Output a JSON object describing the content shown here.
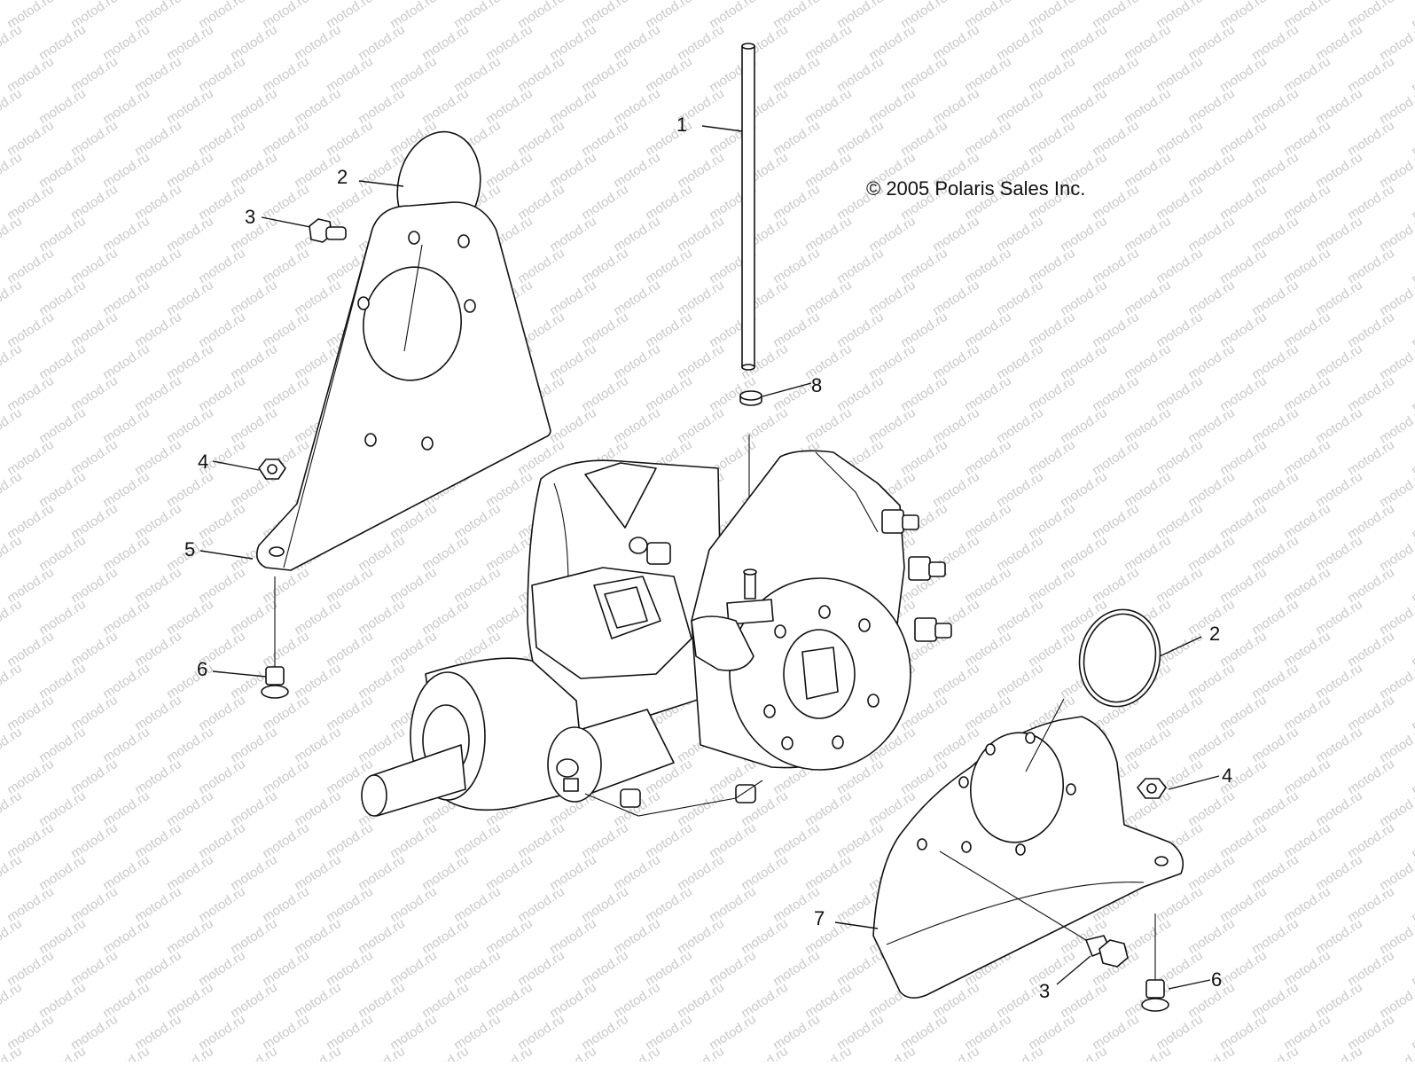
{
  "copyright": "© 2005 Polaris Sales Inc.",
  "watermark": "motod.ru",
  "callouts": [
    {
      "id": "c1",
      "label": "1"
    },
    {
      "id": "c2a",
      "label": "2"
    },
    {
      "id": "c3a",
      "label": "3"
    },
    {
      "id": "c4a",
      "label": "4"
    },
    {
      "id": "c5",
      "label": "5"
    },
    {
      "id": "c6a",
      "label": "6"
    },
    {
      "id": "c8",
      "label": "8"
    },
    {
      "id": "c2b",
      "label": "2"
    },
    {
      "id": "c4b",
      "label": "4"
    },
    {
      "id": "c7",
      "label": "7"
    },
    {
      "id": "c3b",
      "label": "3"
    },
    {
      "id": "c6b",
      "label": "6"
    }
  ],
  "colors": {
    "line": "#111111",
    "watermark": "#c9c9c9",
    "background": "#ffffff"
  }
}
